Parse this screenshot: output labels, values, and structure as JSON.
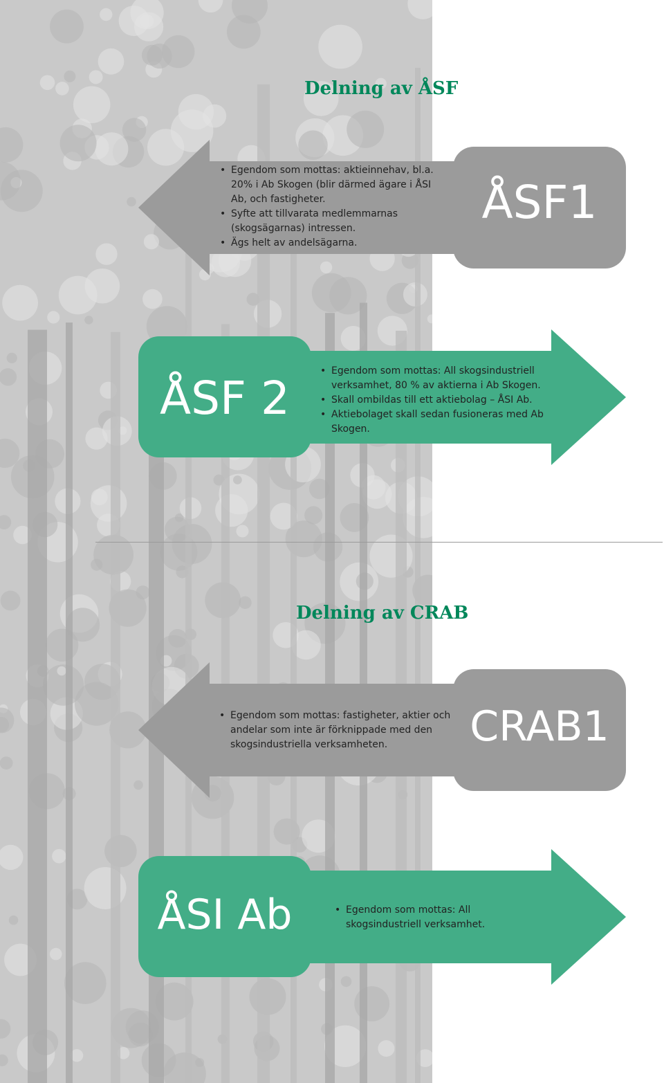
{
  "sections": [
    {
      "title": "Delning av ÅSF",
      "box1": {
        "label": "ÅSF1",
        "bullets": [
          "Egendom som mottas: aktieinnehav, bl.a. 20% i Ab Skogen (blir därmed ägare i ÅSI Ab, och fastigheter.",
          "Syfte att tillvarata medlemmarnas (skogsägarnas) intressen.",
          "Ägs helt av andelsägarna."
        ]
      },
      "box2": {
        "label": "ÅSF 2",
        "bullets": [
          "Egendom som mottas: All skogsindustriell verksamhet, 80 % av aktierna i Ab Skogen.",
          "Skall ombildas till ett aktiebolag – ÅSI Ab.",
          "Aktiebolaget skall sedan fusioneras med Ab Skogen."
        ]
      }
    },
    {
      "title": "Delning av CRAB",
      "box1": {
        "label": "CRAB1",
        "bullets": [
          "Egendom som mottas: fastigheter, aktier och andelar som inte är förknippade med den skogsindustriella verksamheten."
        ]
      },
      "box2": {
        "label": "ÅSI Ab",
        "bullets": [
          "Egendom som mottas: All skogsindustriell verksamhet."
        ]
      }
    }
  ],
  "colors": {
    "title": "#00875a",
    "gray": "#9b9b9b",
    "green": "#43ad87",
    "text": "#222222",
    "white": "#ffffff"
  }
}
